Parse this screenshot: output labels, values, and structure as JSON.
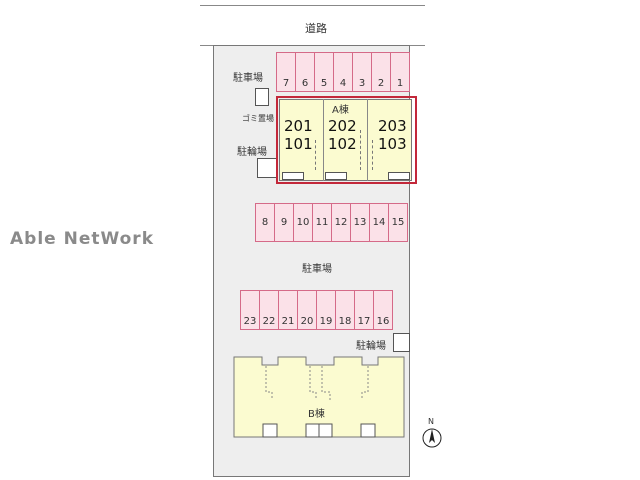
{
  "road": {
    "label": "道路"
  },
  "watermark": "Able NetWork",
  "labels": {
    "parking_top": "駐車場",
    "garbage": "ゴミ置場",
    "bike_top": "駐輪場",
    "parking_mid": "駐車場",
    "bike_bottom": "駐輪場",
    "building_a": "A棟",
    "building_b": "B棟"
  },
  "spaces_top": [
    "7",
    "6",
    "5",
    "4",
    "3",
    "2",
    "1"
  ],
  "spaces_mid": [
    "8",
    "9",
    "10",
    "11",
    "12",
    "13",
    "14",
    "15"
  ],
  "spaces_bottom": [
    "23",
    "22",
    "21",
    "20",
    "19",
    "18",
    "17",
    "16"
  ],
  "units_a": [
    {
      "upper": "201",
      "lower": "101"
    },
    {
      "upper": "202",
      "lower": "102"
    },
    {
      "upper": "203",
      "lower": "103"
    }
  ],
  "compass": {
    "label": "N"
  },
  "colors": {
    "parking": "#fbe1e8",
    "building": "#fbfbd0",
    "highlight": "#c3283a"
  }
}
